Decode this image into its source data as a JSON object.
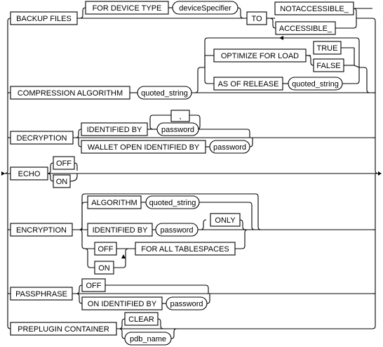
{
  "diagram": {
    "keywords": {
      "backup_files": "BACKUP FILES",
      "for_device_type": "FOR DEVICE TYPE",
      "to": "TO",
      "notaccessible": "NOTACCESSIBLE_",
      "accessible": "ACCESSIBLE_",
      "optimize_for_load": "OPTIMIZE FOR LOAD",
      "true": "TRUE",
      "false": "FALSE",
      "as_of_release": "AS OF RELEASE",
      "compression_algorithm": "COMPRESSION ALGORITHM",
      "decryption": "DECRYPTION",
      "identified_by": "IDENTIFIED BY",
      "wallet_open_identified_by": "WALLET OPEN IDENTIFIED BY",
      "echo": "ECHO",
      "off": "OFF",
      "on": "ON",
      "encryption": "ENCRYPTION",
      "algorithm": "ALGORITHM",
      "only": "ONLY",
      "for_all_tablespaces": "FOR ALL TABLESPACES",
      "passphrase": "PASSPHRASE",
      "on_identified_by": "ON IDENTIFIED BY",
      "preplugin_container": "PREPLUGIN CONTAINER",
      "clear": "CLEAR"
    },
    "variables": {
      "device_specifier": "deviceSpecifier",
      "quoted_string": "quoted_string",
      "password": "password",
      "pdb_name": "pdb_name"
    },
    "separator": ","
  }
}
